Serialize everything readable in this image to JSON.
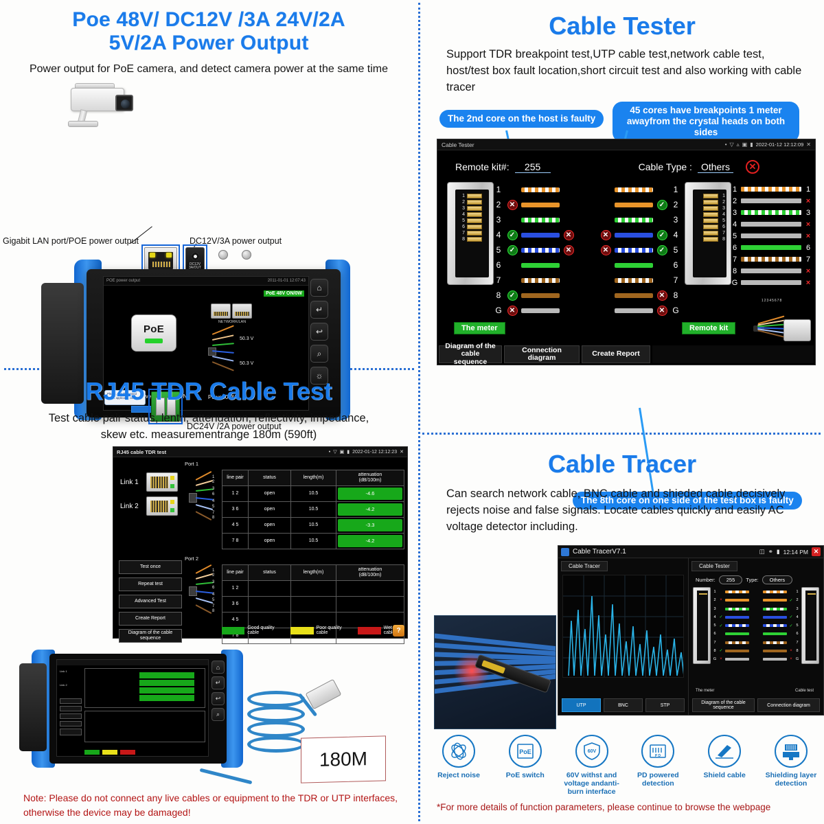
{
  "poe": {
    "title_line1": "Poe  48V/ DC12V /3A  24V/2A",
    "title_line2": "5V/2A  Power Output",
    "subtitle": "Power output for PoE camera, and detect camera power at the same time",
    "label_lan": "Gigabit LAN port/POE power output",
    "label_dc12": "DC12V/3A power output",
    "label_dc24": "DC24V /2A  power output",
    "dc_jack_caption": "DC12V 3A/OUT",
    "screen": {
      "status_title": "POE power output",
      "status_time": "2011-01-01 12:07:43",
      "badge": "PoE 48V ON/0W",
      "poe_button": "PoE",
      "net_caption": "NETWORK/LAN",
      "voltage_a": "50.3 V",
      "voltage_b": "50.3 V",
      "output_state": "POE/DC power output： ON",
      "power_reading": "Power:0.0W"
    },
    "warn_sticker": "Please, pas d'live need NTSC applicator, congress",
    "sidekeys": [
      "⌂",
      "↵",
      "↩",
      "⌕",
      "☀"
    ]
  },
  "tdr": {
    "title": "RJ45 TDR Cable  Test",
    "subtitle_line1": "Test cable pair status, lenth, attenuation, reflectivity, impedance,",
    "subtitle_line2": "skew etc. measurementrange 180m (590ft)",
    "screen": {
      "status_title": "RJ45 cable TDR test",
      "status_time": "2022-01-12 12:12:23",
      "port1_tag": "Port 1",
      "port2_tag": "Port 2",
      "link1": "Link 1",
      "link2": "Link 2",
      "columns": [
        "line pair",
        "status",
        "length(m)",
        "attenuation (dB/100m)"
      ],
      "column_att_l1": "attenuation",
      "column_att_l2": "(dB/100m)",
      "port1_rows": [
        {
          "pair": "1\n2",
          "status": "open",
          "length": "10.5",
          "att": "-4.6"
        },
        {
          "pair": "3\n6",
          "status": "open",
          "length": "10.5",
          "att": "-4.2"
        },
        {
          "pair": "4\n5",
          "status": "open",
          "length": "10.5",
          "att": "-3.3"
        },
        {
          "pair": "7\n8",
          "status": "open",
          "length": "10.5",
          "att": "-4.2"
        }
      ],
      "port2_rows": [
        {
          "pair": "1\n2",
          "status": "",
          "length": "",
          "att": ""
        },
        {
          "pair": "3\n6",
          "status": "",
          "length": "",
          "att": ""
        },
        {
          "pair": "4\n5",
          "status": "",
          "length": "",
          "att": ""
        },
        {
          "pair": "7\n8",
          "status": "",
          "length": "",
          "att": ""
        }
      ],
      "buttons": [
        "Test once",
        "Repeat test",
        "Advanced Test",
        "Create Report",
        "Diagram of the cable sequence"
      ],
      "legend": [
        {
          "label": "Good quality cable",
          "color": "#17a81a"
        },
        {
          "label": "Poor quality cable",
          "color": "#e8e01a"
        },
        {
          "label": "Wet cable",
          "color": "#c81818"
        }
      ],
      "help_glyph": "?"
    },
    "range_badge": "180M",
    "note": "Note: Please do not connect any live cables or equipment to the TDR or UTP interfaces, otherwise the device may be damaged!"
  },
  "cable_tester": {
    "title": "Cable Tester",
    "subtitle": "Support TDR breakpoint test,UTP cable test,network cable test, host/test box fault location,short circuit test and also working with cable tracer",
    "callouts": {
      "left": "The 2nd core on the host is faulty",
      "top_right": "45 cores have breakpoints 1 meter awayfrom the crystal heads on both sides",
      "bottom": "The 8th core on one side of the test box is faulty"
    },
    "screen": {
      "status_title": "Cable Tester",
      "status_time": "2022-01-12 12:12:09",
      "remote_kit_label": "Remote kit#:",
      "remote_kit_value": "255",
      "cable_type_label": "Cable Type :",
      "cable_type_value": "Others",
      "meter_tag": "The meter",
      "remote_tag": "Remote kit",
      "plug_pin_numbers": [
        "1",
        "2",
        "3",
        "4",
        "5",
        "6",
        "7",
        "8"
      ],
      "core_rows": [
        {
          "idx": "1",
          "left_mark": "",
          "right_mark": "",
          "color": "orange-white",
          "broken": true
        },
        {
          "idx": "2",
          "left_mark": "no",
          "right_mark": "ok",
          "color": "orange",
          "broken": true
        },
        {
          "idx": "3",
          "left_mark": "",
          "right_mark": "",
          "color": "green-white",
          "broken": true
        },
        {
          "idx": "4",
          "left_mark": "ok",
          "right_mark": "ok",
          "color": "blue",
          "broken": true,
          "mid_left": "no",
          "mid_right": "no"
        },
        {
          "idx": "5",
          "left_mark": "ok",
          "right_mark": "ok",
          "color": "blue-white",
          "broken": true,
          "mid_left": "no",
          "mid_right": "no"
        },
        {
          "idx": "6",
          "left_mark": "",
          "right_mark": "",
          "color": "green",
          "broken": true
        },
        {
          "idx": "7",
          "left_mark": "",
          "right_mark": "",
          "color": "brown-white",
          "broken": true
        },
        {
          "idx": "8",
          "left_mark": "ok",
          "right_mark": "no",
          "color": "brown",
          "broken": true
        },
        {
          "idx": "G",
          "left_mark": "no",
          "right_mark": "no",
          "color": "gray",
          "broken": true
        }
      ],
      "right_list": [
        {
          "n": "1",
          "end": "1",
          "color": "orange-white",
          "bad": false
        },
        {
          "n": "2",
          "end": "×",
          "color": "gray",
          "bad": true
        },
        {
          "n": "3",
          "end": "3",
          "color": "green-white",
          "bad": false
        },
        {
          "n": "4",
          "end": "×",
          "color": "gray",
          "bad": true
        },
        {
          "n": "5",
          "end": "×",
          "color": "gray",
          "bad": true
        },
        {
          "n": "6",
          "end": "6",
          "color": "green",
          "bad": false
        },
        {
          "n": "7",
          "end": "7",
          "color": "brown-white",
          "bad": false
        },
        {
          "n": "8",
          "end": "×",
          "color": "gray",
          "bad": true
        },
        {
          "n": "G",
          "end": "×",
          "color": "gray",
          "bad": true
        }
      ],
      "rj45_pin_label": "12345678",
      "tabs": [
        "Diagram of the cable sequence",
        "Connection diagram",
        "Create Report"
      ],
      "tab_line1": "Diagram of the",
      "tab_line2": "cable sequence"
    }
  },
  "cable_tracer": {
    "title": "Cable Tracer",
    "subtitle": "Can search network cable, BNC cable and shieded cable,decisively rejects noise and false signals. Locate cables quickly and easily AC voltage detector including.",
    "screen": {
      "app_title": "Cable TracerV7.1",
      "time": "12:14 PM",
      "left_panel_tab": "Cable Tracer",
      "right_panel_tab": "Cable Tester",
      "number_label": "Number:",
      "number_value": "255",
      "type_label": "Type:",
      "type_value": "Others",
      "meter_caption": "The meter",
      "test_caption": "Cable test",
      "left_tabs": [
        "UTP",
        "BNC",
        "STP"
      ],
      "right_tabs": [
        "Diagram of the cable sequence",
        "Connection diagram"
      ],
      "active_tab": "UTP"
    },
    "features": [
      {
        "icon": "reject-noise-icon",
        "label": "Reject noise"
      },
      {
        "icon": "poe-switch-icon",
        "label": "PoE switch"
      },
      {
        "icon": "voltage-shield-icon",
        "label": "60V withst and voltage andanti-burn interface",
        "glyph": "60V"
      },
      {
        "icon": "pd-detection-icon",
        "label": "PD powered detection",
        "glyph": "P D"
      },
      {
        "icon": "shield-cable-icon",
        "label": "Shield cable"
      },
      {
        "icon": "shielding-layer-icon",
        "label": "Shielding layer detection"
      }
    ],
    "footer_note": "*For more details of function parameters, please continue to browse the webpage"
  },
  "colors": {
    "heading_blue": "#1a7bea",
    "callout_blue": "#1a83ef",
    "ok_green": "#17a81a",
    "bad_red": "#ef2b2b",
    "note_red": "#b31515",
    "device_blue": "#1166cf"
  }
}
